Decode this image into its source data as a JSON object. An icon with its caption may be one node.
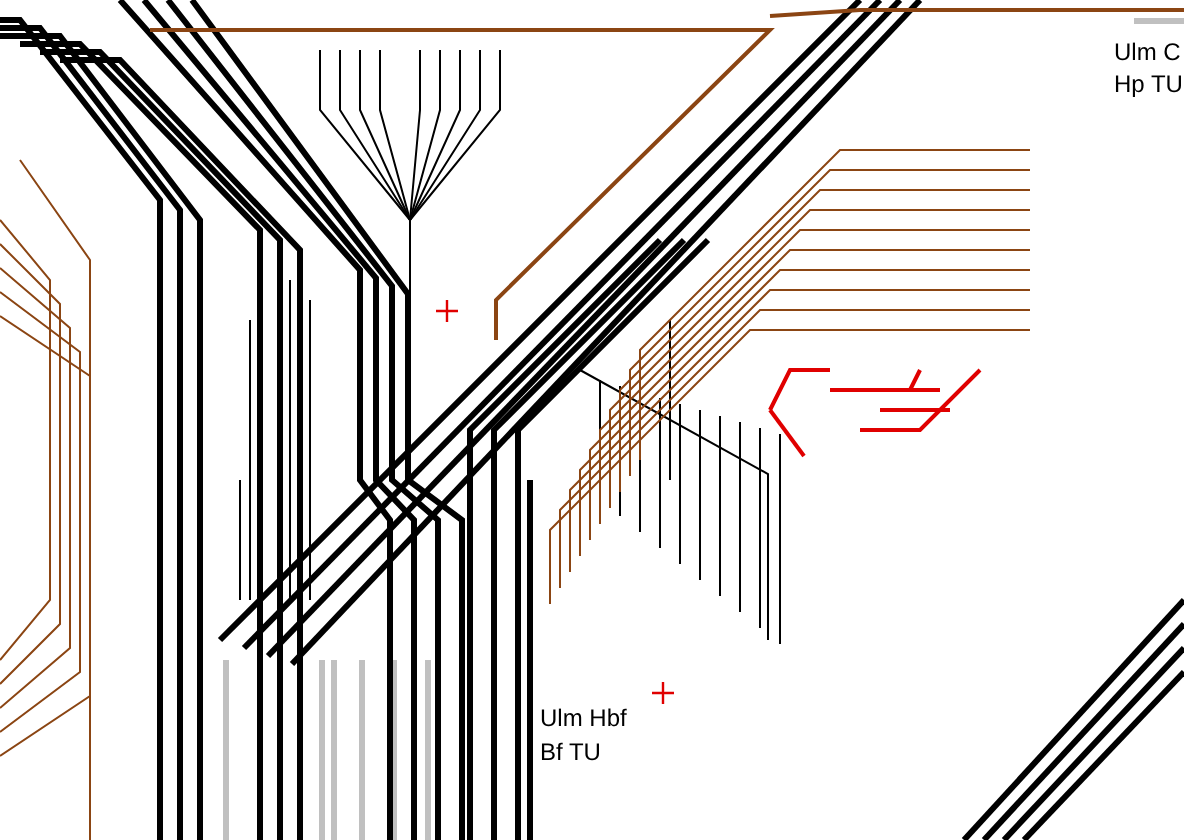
{
  "diagram": {
    "labels": [
      "Ulm C",
      "Hp TU",
      "Ulm Hbf",
      "Bf TU"
    ]
  }
}
